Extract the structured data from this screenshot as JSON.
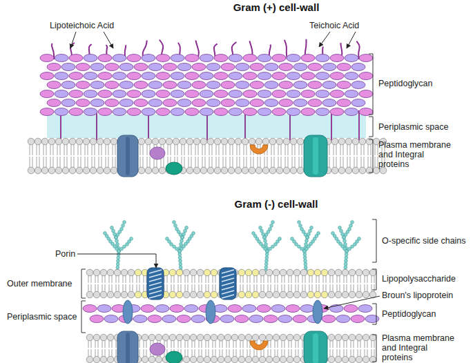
{
  "diagram": {
    "labels": [
      "Gram (+) cell-wall",
      "Lipoteichoic Acid",
      "Teichoic Acid",
      "Peptidoglycan",
      "Periplasmic space",
      "Plasma membrane and Integral proteins",
      "Gram (-) cell-wall",
      "O-specific side chains",
      "Porin",
      "Outer membrane",
      "Lipopolysaccharide",
      "Broun's lipoprotein",
      "Peptidoglycan",
      "Periplasmic space",
      "Plasma membrane and Integral proteins"
    ]
  }
}
